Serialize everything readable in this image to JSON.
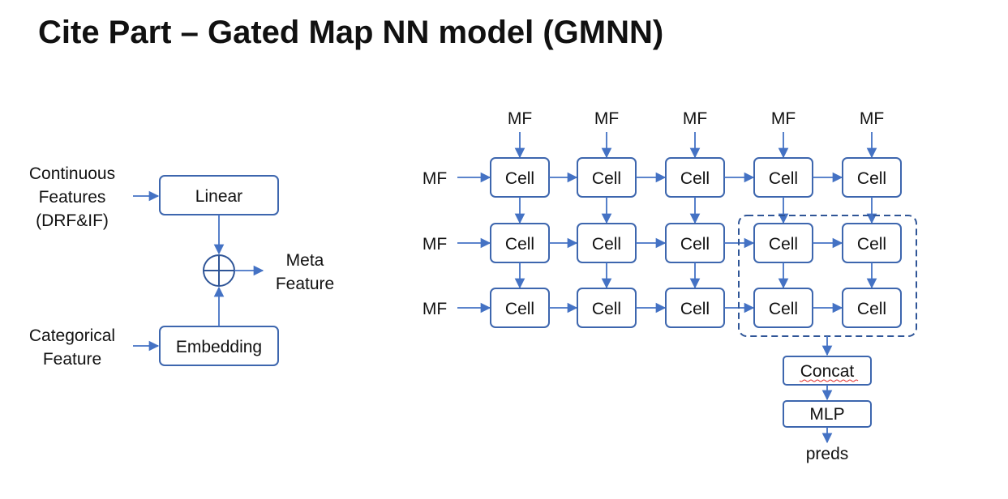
{
  "title": "Cite Part – Gated Map NN model (GMNN)",
  "left": {
    "continuous_label": [
      "Continuous",
      "Features",
      "(DRF&IF)"
    ],
    "categorical_label": [
      "Categorical",
      "Feature"
    ],
    "linear": "Linear",
    "embedding": "Embedding",
    "output_label": [
      "Meta",
      "Feature"
    ]
  },
  "grid": {
    "top_inputs": [
      "MF",
      "MF",
      "MF",
      "MF",
      "MF"
    ],
    "row_inputs": [
      "MF",
      "MF",
      "MF"
    ],
    "cell": "Cell",
    "rows": 3,
    "cols": 5
  },
  "tail": {
    "concat": "Concat",
    "mlp": "MLP",
    "output": "preds"
  },
  "colors": {
    "arrow": "#4472c4",
    "box_border": "#3d66ae",
    "dashed_group": "#2f5597"
  }
}
